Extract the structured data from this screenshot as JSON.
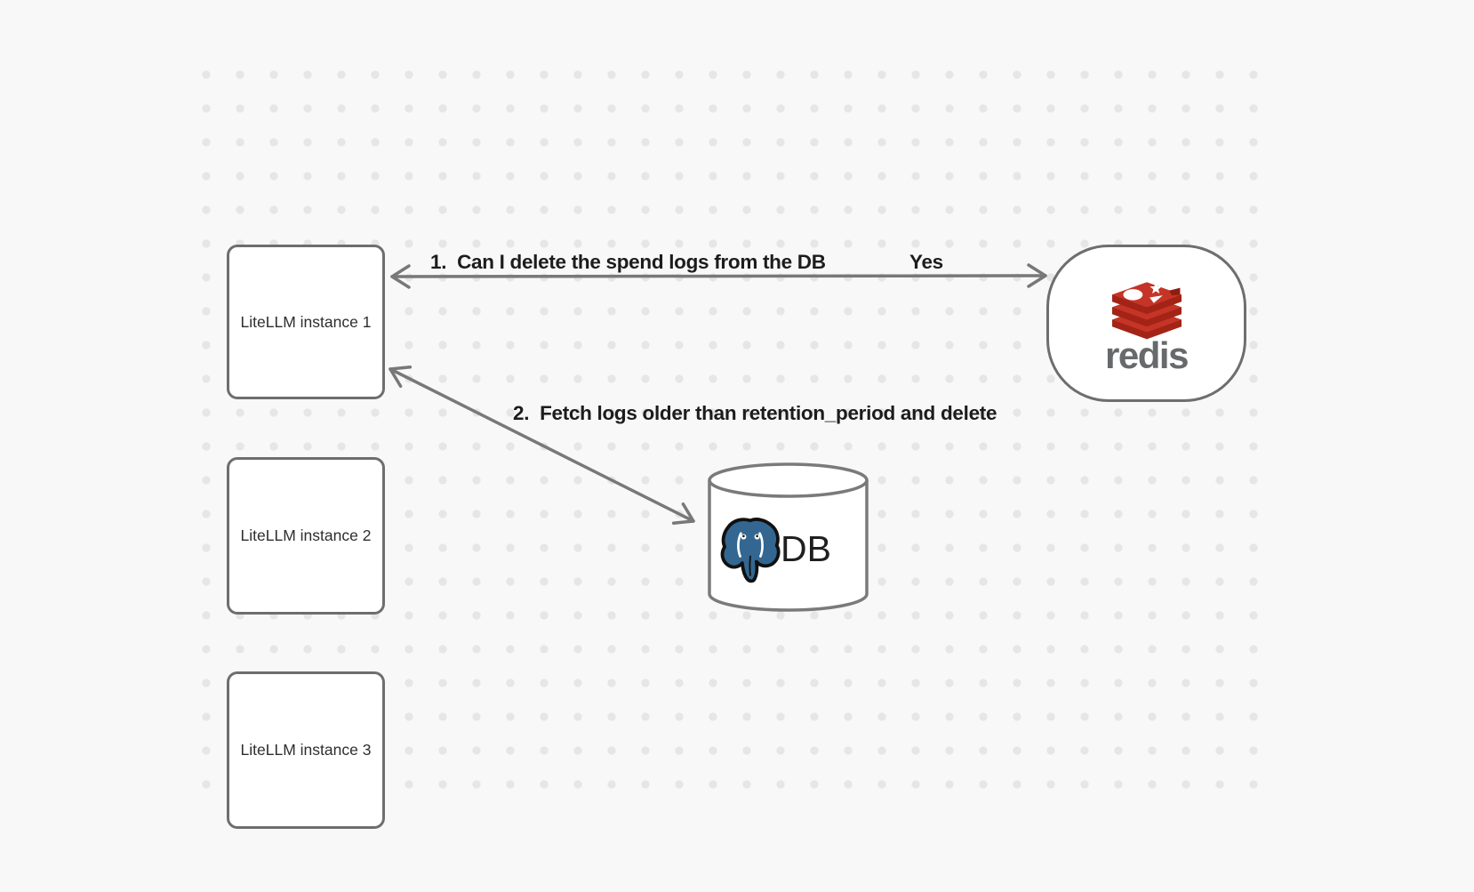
{
  "canvas": {
    "background": "#f8f8f8",
    "dot_color": "#e6e6e6"
  },
  "nodes": {
    "instances": [
      {
        "label": "LiteLLM instance 1"
      },
      {
        "label": "LiteLLM instance 2"
      },
      {
        "label": "LiteLLM instance 3"
      }
    ],
    "redis": {
      "icon": "redis-stack-icon",
      "wordmark": "redis"
    },
    "db": {
      "icon": "postgresql-elephant-icon",
      "label": "DB"
    }
  },
  "edges": {
    "edge1": {
      "label": "1.  Can I delete the spend logs from the DB",
      "response": "Yes",
      "direction": "bidirectional"
    },
    "edge2": {
      "label": "2.  Fetch logs older than retention_period and delete",
      "direction": "bidirectional"
    }
  },
  "colors": {
    "node_border": "#6e6e6e",
    "arrow": "#787878",
    "label_text": "#1c1c1c",
    "redis_red": "#c53527",
    "redis_red_dark": "#a32416",
    "redis_wordmark_gray": "#67696a",
    "postgres_blue": "#336791"
  }
}
